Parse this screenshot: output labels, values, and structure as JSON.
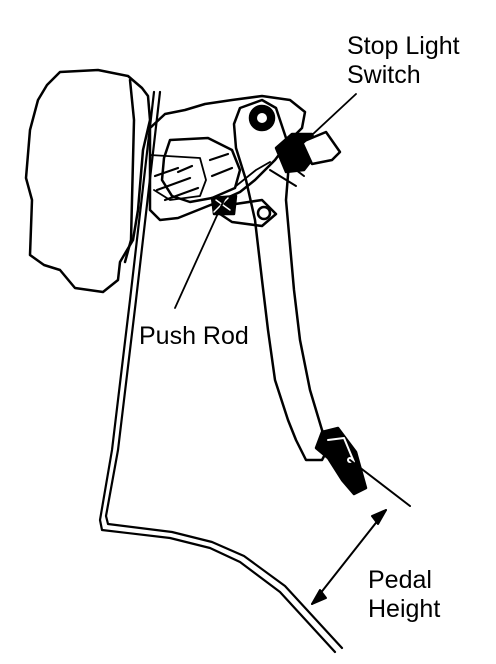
{
  "labels": {
    "stop_light_switch": [
      "Stop Light",
      "Switch"
    ],
    "push_rod": "Push Rod",
    "pedal_height": [
      "Pedal",
      "Height"
    ]
  },
  "colors": {
    "ink": "#000000",
    "paper": "#ffffff"
  }
}
